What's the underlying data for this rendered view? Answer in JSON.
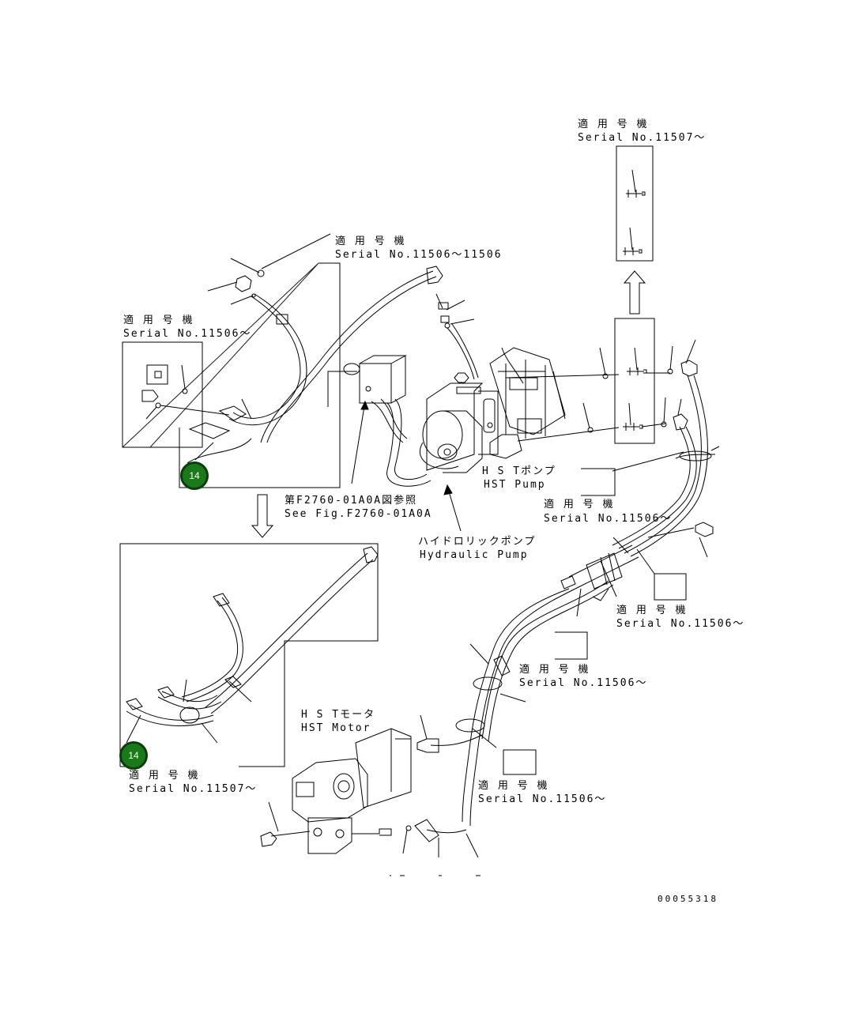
{
  "labels": {
    "topright_jp": "適 用 号 機",
    "topright_sn": "Serial No.11507～",
    "topmid_jp": "適 用 号 機",
    "topmid_sn": "Serial No.11506～11506",
    "left_jp": "適 用 号 機",
    "left_sn": "Serial No.11506～",
    "hst_pump_jp": "H S Tポンプ",
    "hst_pump_en": "HST Pump",
    "right1_jp": "適 用 号 機",
    "right1_sn": "Serial No.11506～",
    "ref_jp": "第F2760-01A0A図参照",
    "ref_en": "See Fig.F2760-01A0A",
    "hyd_jp": "ハイドロリックポンプ",
    "hyd_en": "Hydraulic Pump",
    "right2_jp": "適 用 号 機",
    "right2_sn": "Serial No.11506～",
    "mid3_jp": "適 用 号 機",
    "mid3_sn": "Serial No.11506～",
    "hst_motor_jp": "H S Tモータ",
    "hst_motor_en": "HST Motor",
    "bottomleft_jp": "適 用 号 機",
    "bottomleft_sn": "Serial No.11507～",
    "bottom_jp": "適 用 号 機",
    "bottom_sn": "Serial No.11506～",
    "doc_id": "00055318"
  },
  "callouts": [
    "14",
    "14"
  ],
  "colors": {
    "callout_fill": "#1a7a1a",
    "line": "#000000"
  }
}
